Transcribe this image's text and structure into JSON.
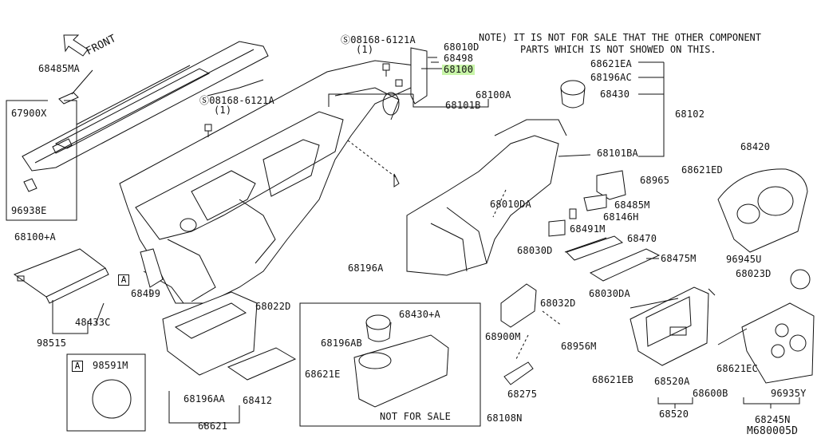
{
  "note": {
    "line1": "NOTE) IT IS NOT FOR SALE THAT THE OTHER COMPONENT",
    "line2": "PARTS WHICH IS NOT SHOWED ON THIS."
  },
  "front_label": "FRONT",
  "not_for_sale": "NOT FOR SALE",
  "diagram_code": "M680005D",
  "box_a": "A",
  "labels": {
    "p68485MA": "68485MA",
    "p67900X": "67900X",
    "p96938E": "96938E",
    "p68100A_plus": "68100+A",
    "p08168_6121A_top": "08168-6121A",
    "p08168_6121A_top_qty": "(1)",
    "p08168_6121A_mid": "08168-6121A",
    "p08168_6121A_mid_qty": "(1)",
    "p68010D": "68010D",
    "p68498": "68498",
    "p68100": "68100",
    "p68100A": "68100A",
    "p68101B": "68101B",
    "p68621EA": "68621EA",
    "p68196AC": "68196AC",
    "p68430": "68430",
    "p68102": "68102",
    "p68101BA": "68101BA",
    "p68965": "68965",
    "p68010DA": "68010DA",
    "p68485M": "68485M",
    "p68146H": "68146H",
    "p68491M": "68491M",
    "p68470": "68470",
    "p68030D": "68030D",
    "p68475M": "68475M",
    "p68032D": "68032D",
    "p68030DA": "68030DA",
    "p68900M": "68900M",
    "p68956M": "68956M",
    "p68275": "68275",
    "p68420": "68420",
    "p68621ED": "68621ED",
    "p96945U": "96945U",
    "p68023D": "68023D",
    "p68621EC": "68621EC",
    "p68621EB": "68621EB",
    "p68520A": "68520A",
    "p68600B": "68600B",
    "p96935Y": "96935Y",
    "p68520": "68520",
    "p68245N": "68245N",
    "p98515": "98515",
    "p48433C": "48433C",
    "p68499": "68499",
    "p98591M": "98591M",
    "p68022D": "68022D",
    "p68196AA": "68196AA",
    "p68412": "68412",
    "p68621": "68621",
    "p68196A": "68196A",
    "p68430A_plus": "68430+A",
    "p68196AB": "68196AB",
    "p68621E": "68621E",
    "p68108N": "68108N"
  },
  "highlight_color": "#c8f5a8",
  "ink_color": "#111111"
}
